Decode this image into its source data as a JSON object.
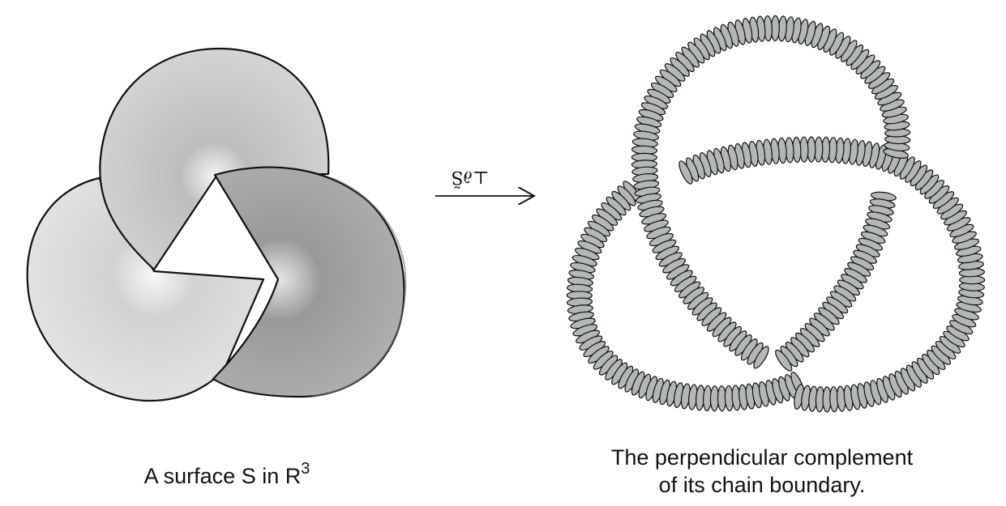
{
  "left_caption": {
    "text": "A surface S in R",
    "superscript": "3"
  },
  "arrow_label": "⊥∂S̃",
  "right_caption": {
    "line1": "The perpendicular complement",
    "line2": "of its chain boundary."
  },
  "colors": {
    "lobe_top": "#cfcfcf",
    "lobe_left": "#e3e3e3",
    "lobe_right": "#a3a3a3",
    "tube_fill": "#b4b8b5",
    "outline": "#111111"
  }
}
